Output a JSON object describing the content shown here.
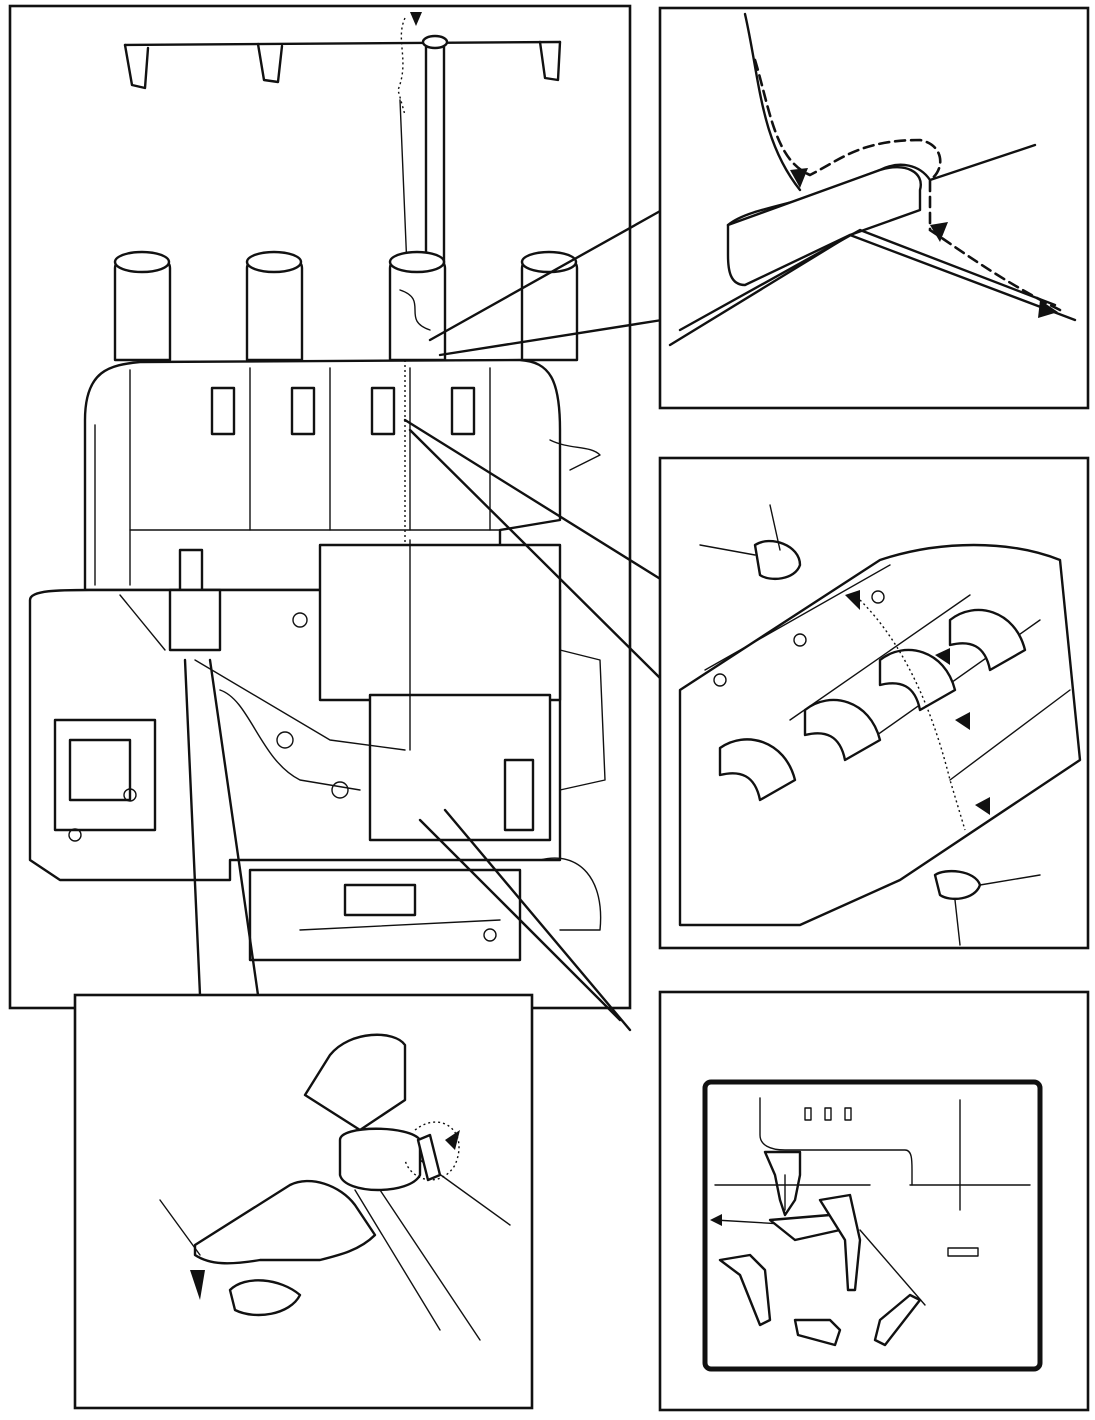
{
  "figure": {
    "panels": [
      {
        "id": "main",
        "icon": "overlock-machine-threading-icon"
      },
      {
        "id": "upper-right",
        "icon": "thread-guide-path-icon"
      },
      {
        "id": "middle-right",
        "icon": "tension-dials-threading-icon"
      },
      {
        "id": "bottom-left",
        "icon": "needle-clamp-hand-threading-icon"
      },
      {
        "id": "bottom-right",
        "icon": "looper-needle-diagram-icon"
      }
    ],
    "colors": {
      "line": "#111111",
      "background": "#ffffff"
    }
  }
}
